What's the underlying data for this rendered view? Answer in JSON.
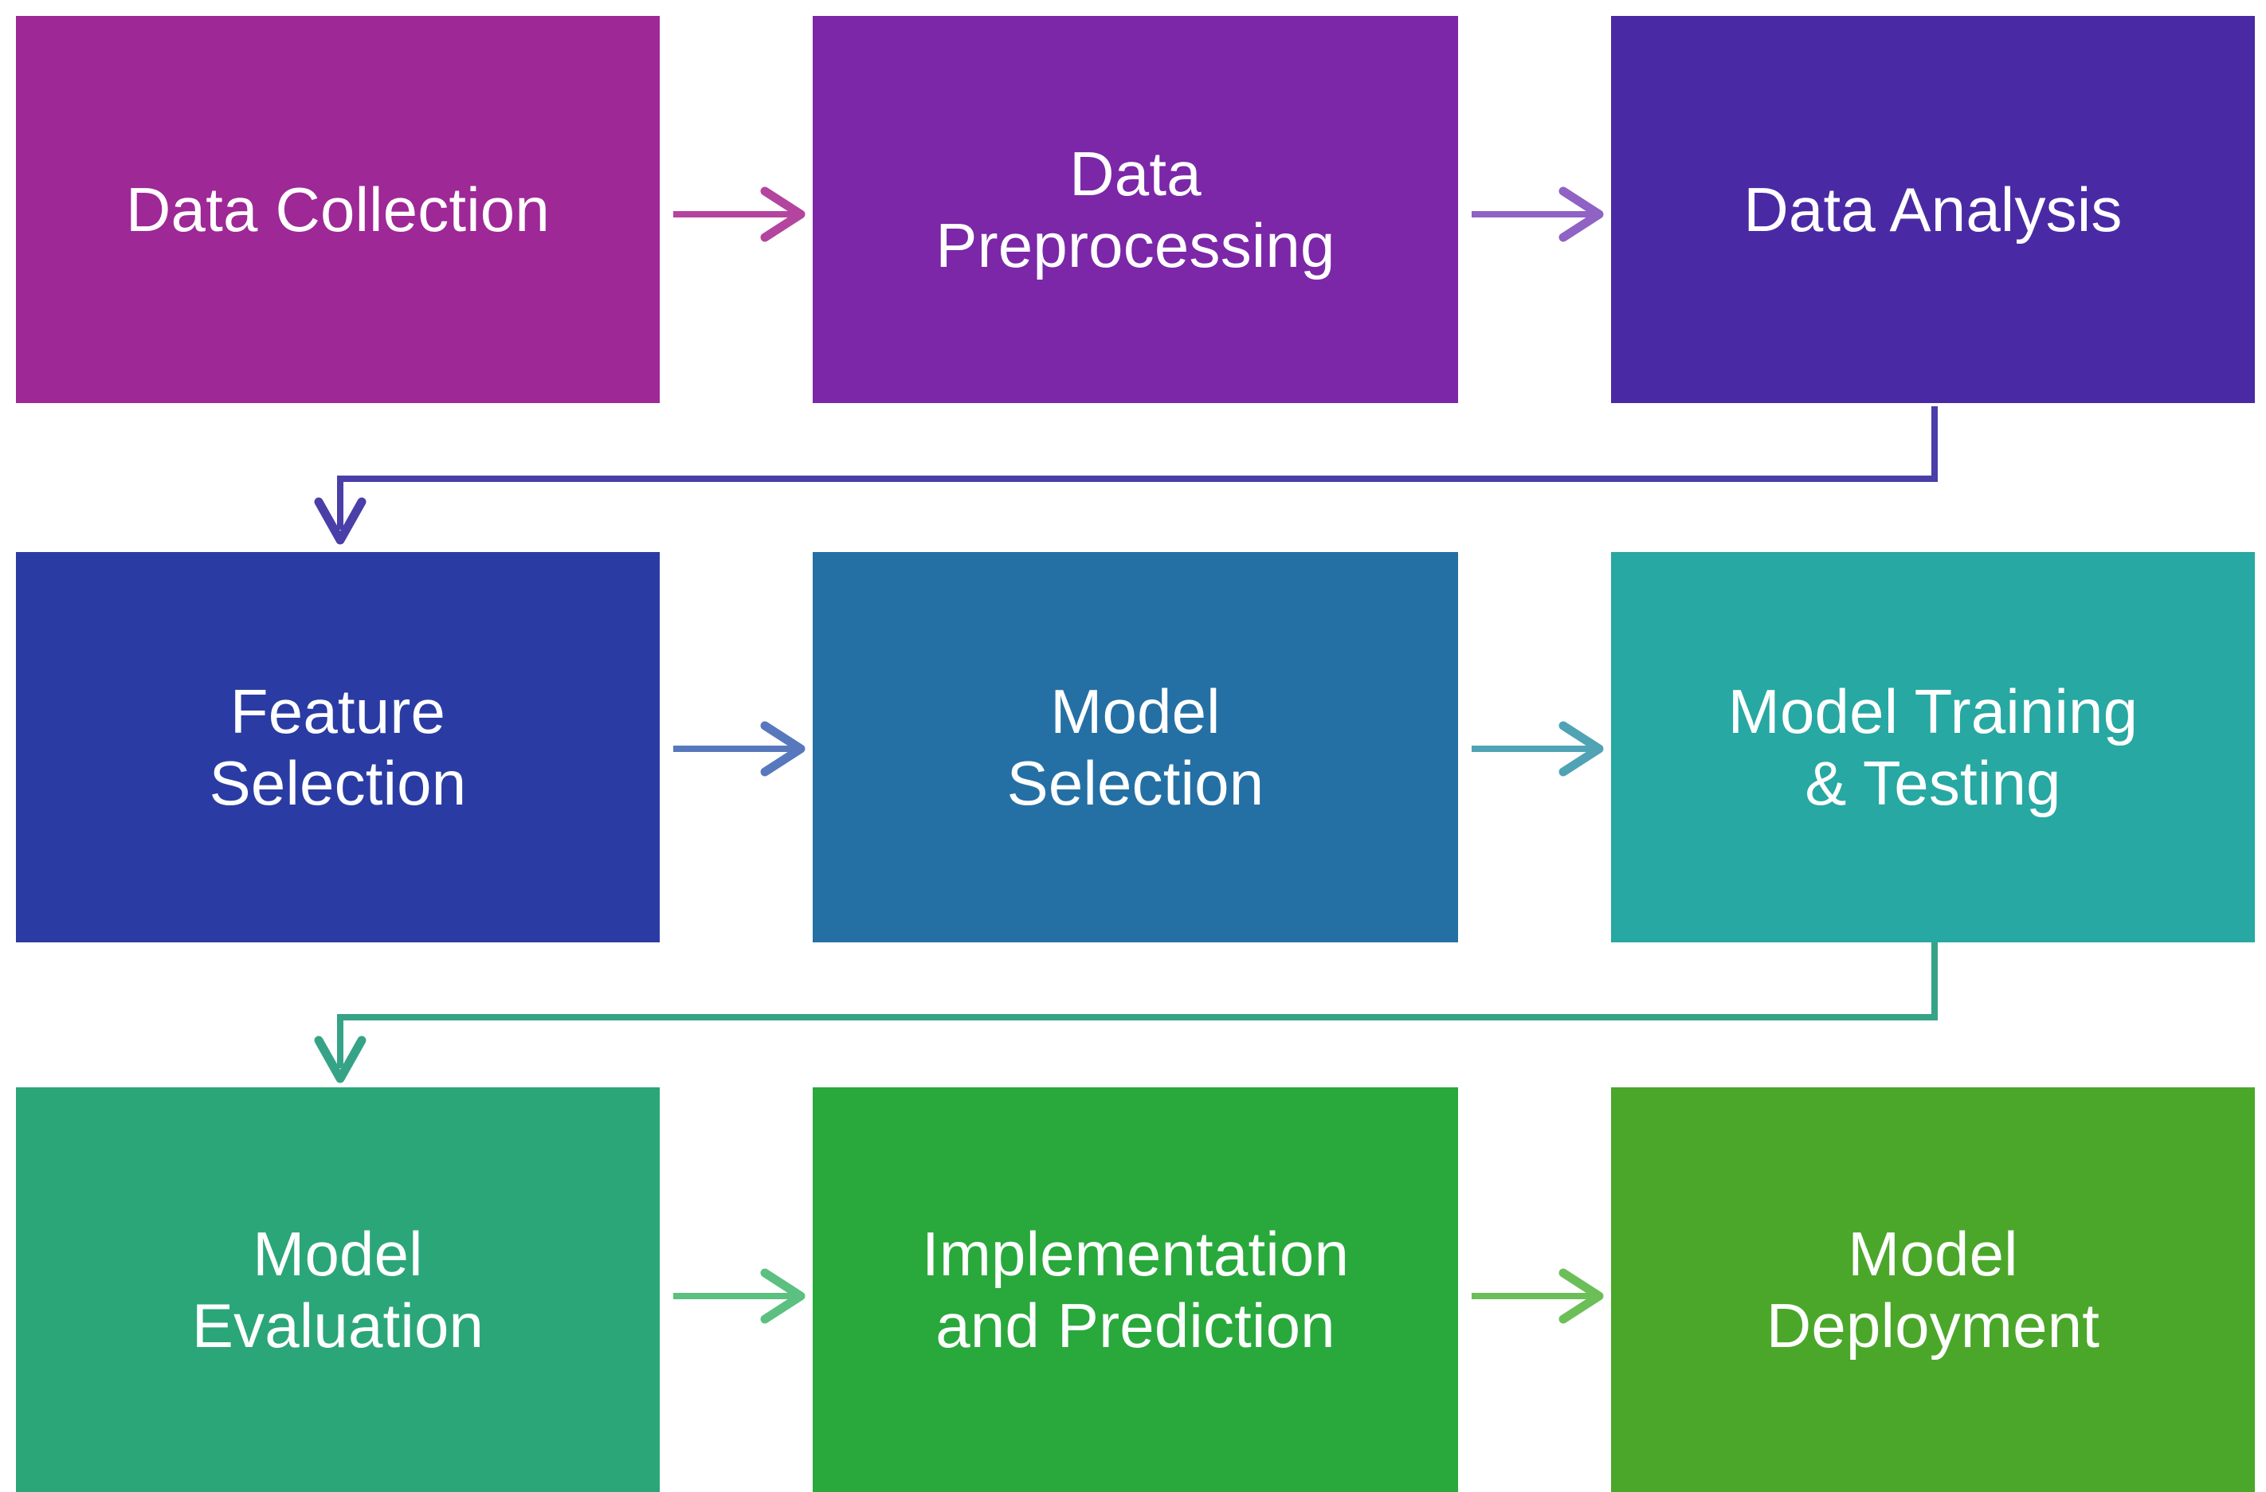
{
  "diagram": {
    "title_text": "",
    "type": "flowchart",
    "background": "#ffffff",
    "rows": 3,
    "columns": 3,
    "nodes": [
      {
        "id": "data-collection",
        "label": "Data Collection",
        "row": 1,
        "col": 1,
        "color": "#9e2896"
      },
      {
        "id": "data-preprocessing",
        "label": "Data\nPreprocessing",
        "row": 1,
        "col": 2,
        "color": "#7b27a8"
      },
      {
        "id": "data-analysis",
        "label": "Data Analysis",
        "row": 1,
        "col": 3,
        "color": "#4a2aa4"
      },
      {
        "id": "feature-selection",
        "label": "Feature\nSelection",
        "row": 2,
        "col": 1,
        "color": "#2a3ca3"
      },
      {
        "id": "model-selection",
        "label": "Model\nSelection",
        "row": 2,
        "col": 2,
        "color": "#2470a4"
      },
      {
        "id": "model-training",
        "label": "Model Training\n& Testing",
        "row": 2,
        "col": 3,
        "color": "#27a8a2"
      },
      {
        "id": "model-evaluation",
        "label": "Model\nEvaluation",
        "row": 3,
        "col": 1,
        "color": "#2ba678"
      },
      {
        "id": "implementation",
        "label": "Implementation\nand Prediction",
        "row": 3,
        "col": 2,
        "color": "#29a83c"
      },
      {
        "id": "model-deployment",
        "label": "Model\nDeployment",
        "row": 3,
        "col": 3,
        "color": "#4ba72a"
      }
    ],
    "connectors": [
      {
        "id": "conn-collection-preprocessing",
        "from": "data-collection",
        "to": "data-preprocessing",
        "kind": "horizontal-arrow",
        "color": "#b3459f"
      },
      {
        "id": "conn-preprocessing-analysis",
        "from": "data-preprocessing",
        "to": "data-analysis",
        "kind": "horizontal-arrow",
        "color": "#8f62c4"
      },
      {
        "id": "conn-analysis-feature",
        "from": "data-analysis",
        "to": "feature-selection",
        "kind": "elbow-arrow",
        "color": "#4a3fa8"
      },
      {
        "id": "conn-feature-modelsel",
        "from": "feature-selection",
        "to": "model-selection",
        "kind": "horizontal-arrow",
        "color": "#5878bd"
      },
      {
        "id": "conn-modelsel-training",
        "from": "model-selection",
        "to": "model-training",
        "kind": "horizontal-arrow",
        "color": "#4fa3b5"
      },
      {
        "id": "conn-training-evaluation",
        "from": "model-training",
        "to": "model-evaluation",
        "kind": "elbow-arrow",
        "color": "#36a387"
      },
      {
        "id": "conn-evaluation-implementation",
        "from": "model-evaluation",
        "to": "implementation",
        "kind": "horizontal-arrow",
        "color": "#5cc080"
      },
      {
        "id": "conn-implementation-deployment",
        "from": "implementation",
        "to": "model-deployment",
        "kind": "horizontal-arrow",
        "color": "#6cbf58"
      }
    ]
  }
}
